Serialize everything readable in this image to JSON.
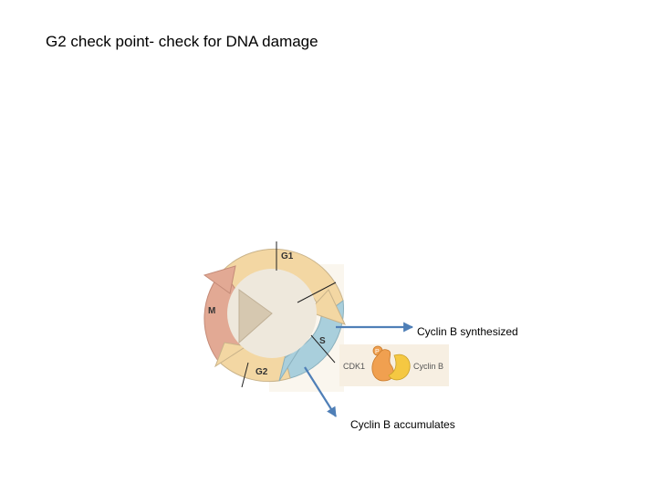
{
  "slide": {
    "title": "G2 check point- check for DNA damage"
  },
  "cell_cycle": {
    "phases": {
      "g1": "G1",
      "s": "S",
      "g2": "G2",
      "m": "M"
    },
    "inset": {
      "kinase_label": "CDK1",
      "cyclin_label": "Cyclin B",
      "phospho_label": "P"
    }
  },
  "annotations": {
    "synthesized": "Cyclin B synthesized",
    "accumulates": "Cyclin B accumulates"
  },
  "colors": {
    "g1_band": "#f3d7a3",
    "s_band": "#a9cfdc",
    "g2_band": "#f3d7a3",
    "m_band": "#e2a994",
    "center": "#eee8dc",
    "wedge": "#d6c8b0",
    "arrow": "#4f7fb7",
    "cdk1": "#f0a050",
    "cyclin_b": "#f5c842"
  }
}
